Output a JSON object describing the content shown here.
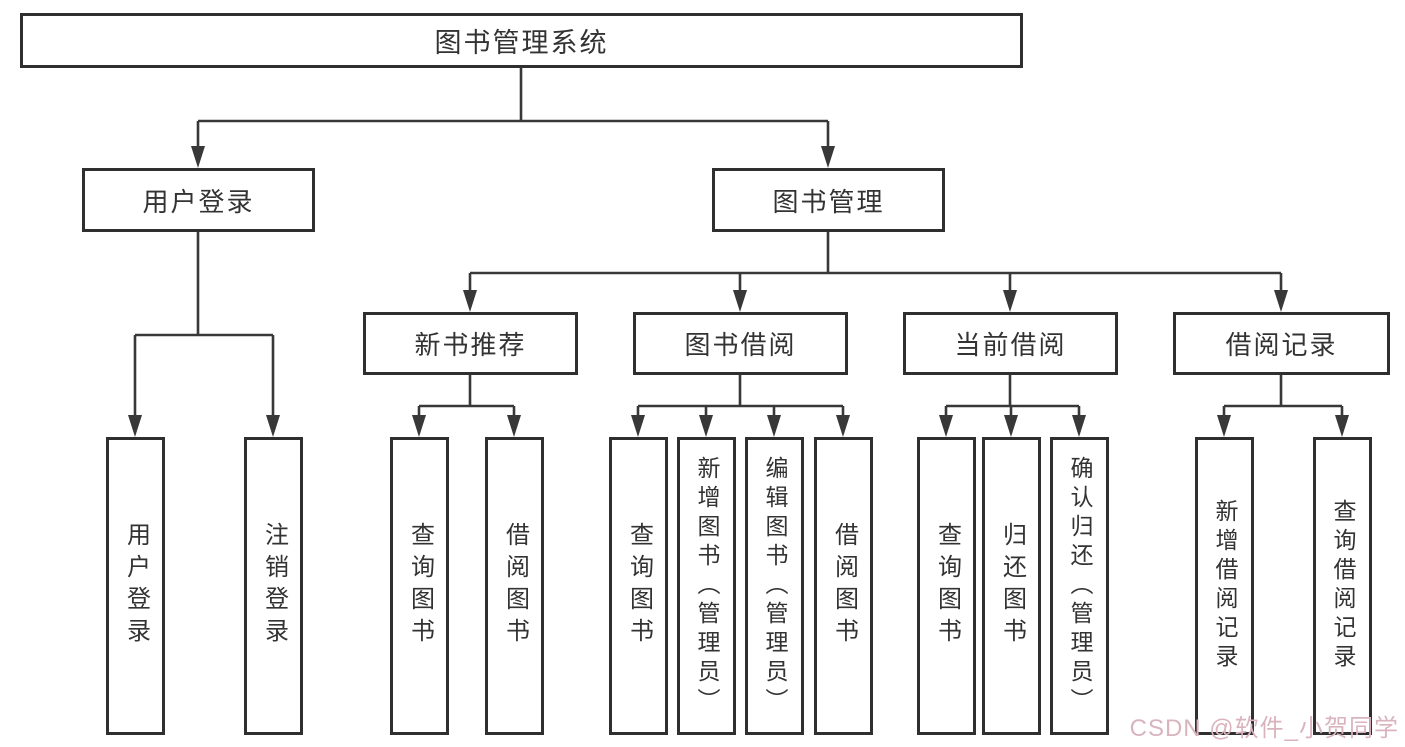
{
  "tree": {
    "root": {
      "label": "图书管理系统"
    },
    "user_login": {
      "label": "用户登录",
      "children": [
        {
          "label": "用户登录"
        },
        {
          "label": "注销登录"
        }
      ]
    },
    "book_management": {
      "label": "图书管理",
      "sections": [
        {
          "label": "新书推荐",
          "children": [
            {
              "label": "查询图书"
            },
            {
              "label": "借阅图书"
            }
          ]
        },
        {
          "label": "图书借阅",
          "children": [
            {
              "label": "查询图书"
            },
            {
              "label": "新增图书（管理员）"
            },
            {
              "label": "编辑图书（管理员）"
            },
            {
              "label": "借阅图书"
            }
          ]
        },
        {
          "label": "当前借阅",
          "children": [
            {
              "label": "查询图书"
            },
            {
              "label": "归还图书"
            },
            {
              "label": "确认归还（管理员）"
            }
          ]
        },
        {
          "label": "借阅记录",
          "children": [
            {
              "label": "新增借阅记录"
            },
            {
              "label": "查询借阅记录"
            }
          ]
        }
      ]
    }
  },
  "watermark": {
    "text": "CSDN @软件_小贺同学"
  },
  "colors": {
    "line": "#383838",
    "box_border": "#2f2f2f",
    "text": "#333333",
    "watermark": "#d9b4be",
    "background": "#ffffff"
  }
}
